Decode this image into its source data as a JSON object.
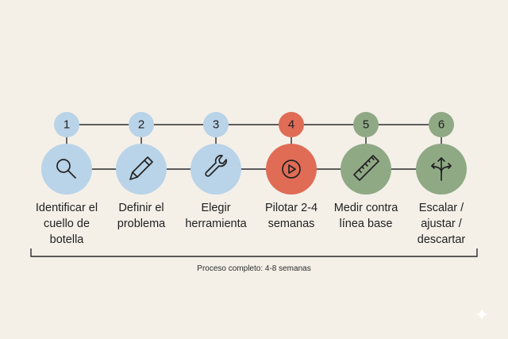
{
  "colors": {
    "background": "#f4f0e8",
    "blue": "#b9d3e8",
    "red": "#e06c56",
    "green": "#8fa985",
    "line": "#2b2b2b"
  },
  "steps": [
    {
      "number": "1",
      "label_lines": [
        "Identificar el",
        "cuello de",
        "botella"
      ],
      "icon": "search-icon",
      "color": "blue"
    },
    {
      "number": "2",
      "label_lines": [
        "Definir el",
        "problema"
      ],
      "icon": "pen-icon",
      "color": "blue"
    },
    {
      "number": "3",
      "label_lines": [
        "Elegir",
        "herramienta"
      ],
      "icon": "wrench-icon",
      "color": "blue"
    },
    {
      "number": "4",
      "label_lines": [
        "Pilotar 2-4",
        "semanas"
      ],
      "icon": "play-icon",
      "color": "red"
    },
    {
      "number": "5",
      "label_lines": [
        "Medir contra",
        "línea base"
      ],
      "icon": "ruler-icon",
      "color": "green"
    },
    {
      "number": "6",
      "label_lines": [
        "Escalar /",
        "ajustar /",
        "descartar"
      ],
      "icon": "split-arrows-icon",
      "color": "green"
    }
  ],
  "footer": {
    "text": "Proceso completo: 4-8 semanas"
  }
}
